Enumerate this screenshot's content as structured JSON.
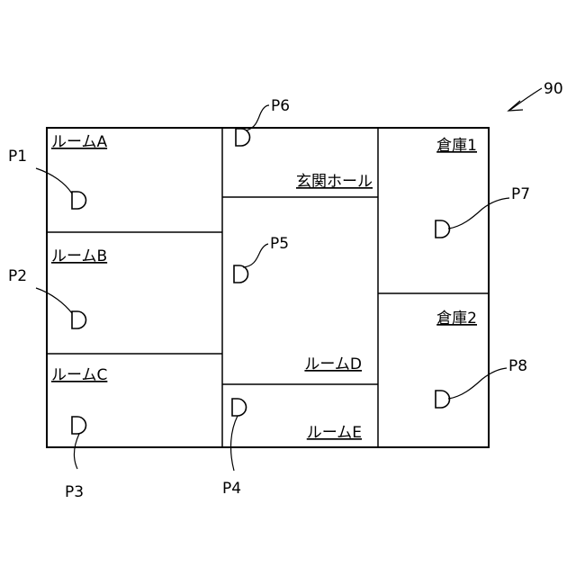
{
  "figure": {
    "reference_number": "90",
    "rooms": {
      "room_a": "ルームA",
      "room_b": "ルームB",
      "room_c": "ルームC",
      "room_d": "ルームD",
      "room_e": "ルームE",
      "entrance_hall": "玄関ホール",
      "storage_1": "倉庫1",
      "storage_2": "倉庫2"
    },
    "points": {
      "p1": "P1",
      "p2": "P2",
      "p3": "P3",
      "p4": "P4",
      "p5": "P5",
      "p6": "P6",
      "p7": "P7",
      "p8": "P8"
    },
    "device_icon": "d-shaped-device-icon"
  }
}
